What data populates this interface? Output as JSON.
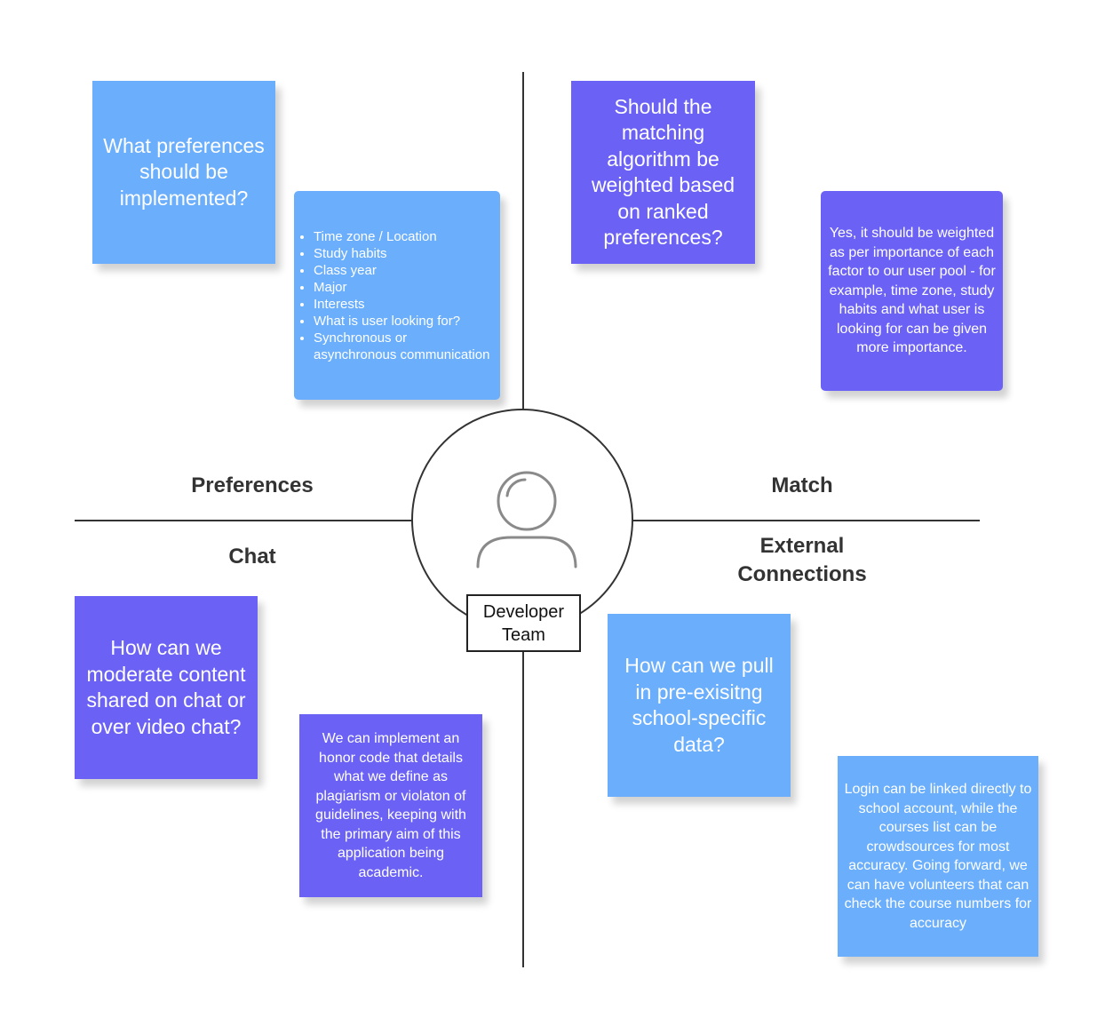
{
  "colors": {
    "light_blue": "#6aaefc",
    "purple": "#6b62f5",
    "line": "#333333"
  },
  "center": {
    "icon": "user-icon",
    "label": "Developer\nTeam"
  },
  "quadrants": {
    "preferences": {
      "label": "Preferences",
      "question": "What preferences should be implemented?",
      "answer_items": [
        "Time zone / Location",
        "Study habits",
        "Class year",
        "Major",
        "Interests",
        "What is user looking for?",
        "Synchronous or asynchronous communication"
      ]
    },
    "match": {
      "label": "Match",
      "question": "Should the matching algorithm be weighted based on ranked preferences?",
      "answer": "Yes, it should be weighted as per importance of each factor to our user pool - for example, time zone, study habits and what user is looking for can be given more importance."
    },
    "chat": {
      "label": "Chat",
      "question": "How can we moderate content shared on chat or over video chat?",
      "answer": "We can implement an honor code that details what we define as plagiarism or violaton of guidelines, keeping with the primary aim of this application being academic."
    },
    "external": {
      "label": "External\nConnections",
      "question": "How can we pull in pre-exisitng school-specific data?",
      "answer": "Login can be linked directly to school account, while the courses list can be crowdsources for most accuracy. Going forward, we can have volunteers that can check the course numbers for accuracy"
    }
  }
}
